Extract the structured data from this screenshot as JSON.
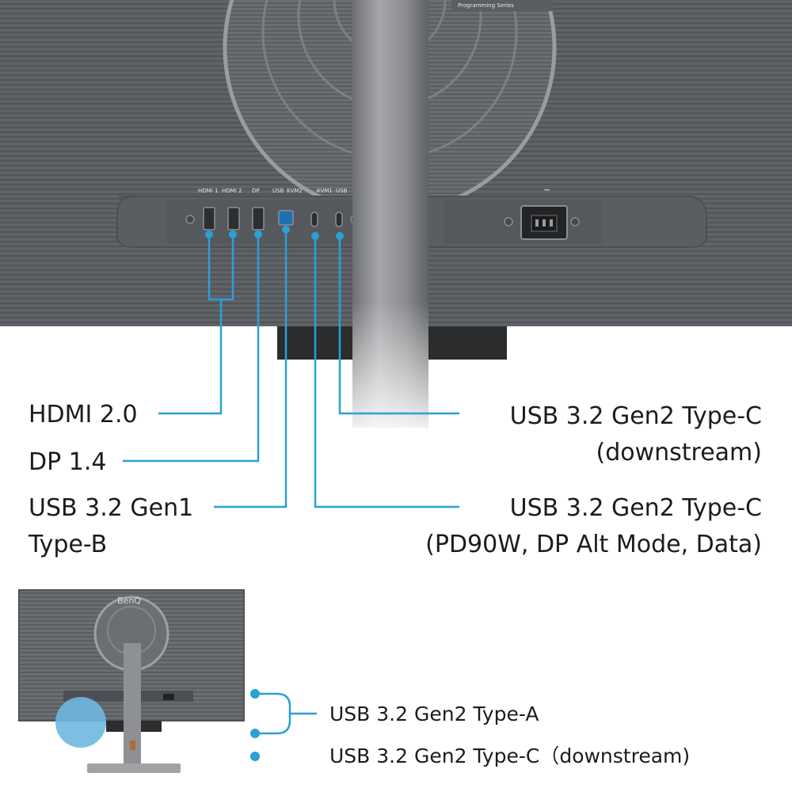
{
  "brand": {
    "logo": "BenQ",
    "series": "Programming Series"
  },
  "port_marks": {
    "hdmi1": "HDMI 1",
    "hdmi2": "HDMI 2",
    "dp": "DP",
    "usb_b": "USB",
    "kvm2": "KVM2",
    "kvm1": "KVM1",
    "usb_c": "USB",
    "power": "~"
  },
  "labels": {
    "hdmi": "HDMI 2.0",
    "dp": "DP 1.4",
    "usb_b_line1": "USB 3.2 Gen1",
    "usb_b_line2": "Type-B",
    "usbc_down_line1": "USB 3.2 Gen2 Type-C",
    "usbc_down_line2": "(downstream)",
    "usbc_pd_line1": "USB 3.2 Gen2 Type-C",
    "usbc_pd_line2": "(PD90W, DP Alt Mode, Data)"
  },
  "side_labels": {
    "usb_a": "USB 3.2 Gen2 Type-A",
    "usb_c_down": "USB 3.2 Gen2 Type-C（downstream)"
  },
  "colors": {
    "accent": "#2aa0d6",
    "panel": "#5c5f63",
    "stand": "#8d8f92"
  }
}
